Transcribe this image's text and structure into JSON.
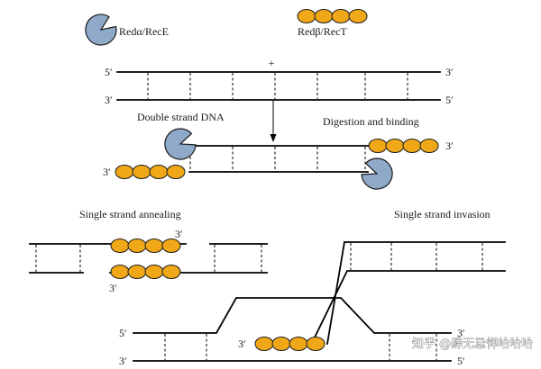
{
  "legend": {
    "exonuclease_label": "Redα/RecE",
    "annealing_protein_label": "Redβ/RecT",
    "protein_fill": "#8fa9c9",
    "bead_fill": "#f0a818"
  },
  "stage_labels": {
    "double_strand": "Double strand DNA",
    "digestion": "Digestion and binding",
    "annealing": "Single strand annealing",
    "invasion": "Single strand invasion"
  },
  "end_labels": {
    "five_prime": "5′",
    "three_prime": "3′",
    "plus": "+"
  },
  "watermark": "知乎 @肆无忌惮哈哈哈"
}
